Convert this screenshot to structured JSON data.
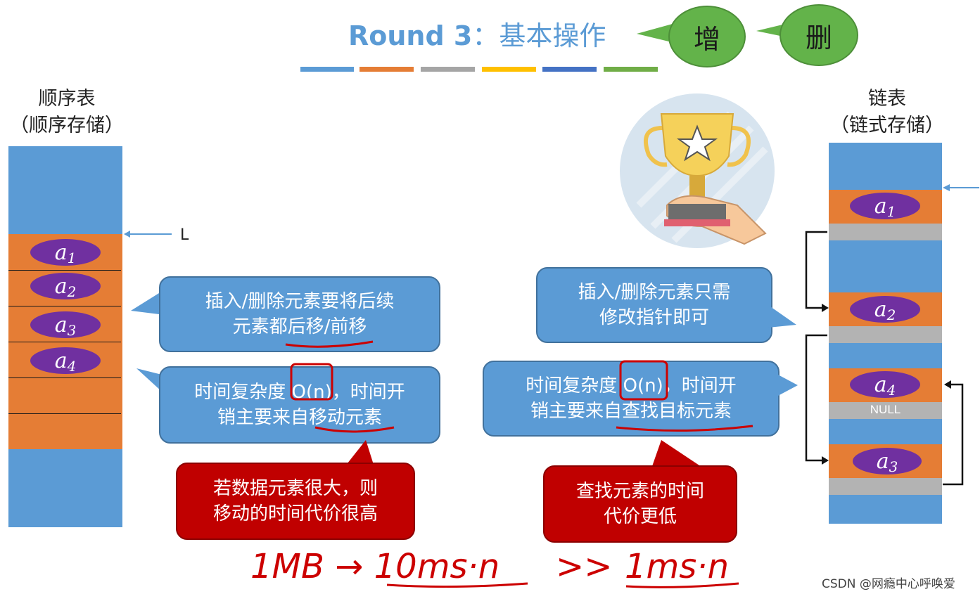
{
  "header": {
    "round": "Round 3",
    "colon": "：",
    "topic": "基本操作",
    "bubble_add": "增",
    "bubble_delete": "删",
    "color_bars": [
      "#5b9bd5",
      "#e57d35",
      "#a5a5a5",
      "#ffc000",
      "#4472c4",
      "#70ad47"
    ]
  },
  "left": {
    "title_line1": "顺序表",
    "title_line2": "（顺序存储）",
    "pointer_label": "L",
    "elements": [
      {
        "name": "a",
        "sub": "1"
      },
      {
        "name": "a",
        "sub": "2"
      },
      {
        "name": "a",
        "sub": "3"
      },
      {
        "name": "a",
        "sub": "4"
      }
    ],
    "callout1_line1": "插入/删除元素要将后续",
    "callout1_line2": "元素都后移/前移",
    "callout2_line1": "时间复杂度 O(n)，时间开",
    "callout2_line2": "销主要来自移动元素",
    "warn_line1": "若数据元素很大，则",
    "warn_line2": "移动的时间代价很高"
  },
  "right": {
    "title_line1": "链表",
    "title_line2": "（链式存储）",
    "elements": [
      {
        "name": "a",
        "sub": "1"
      },
      {
        "name": "a",
        "sub": "2"
      },
      {
        "name": "a",
        "sub": "4"
      },
      {
        "name": "a",
        "sub": "3"
      }
    ],
    "null_label": "NULL",
    "callout1_line1": "插入/删除元素只需",
    "callout1_line2": "修改指针即可",
    "callout2_line1": "时间复杂度 O(n)，时间开",
    "callout2_line2": "销主要来自查找目标元素",
    "note_line1": "查找元素的时间",
    "note_line2": "代价更低"
  },
  "handwriting": {
    "left": "1MB → 10ms·n",
    "middle": ">>",
    "right": "1ms·n"
  },
  "watermark": "CSDN @网瘾中心呼唤爱"
}
